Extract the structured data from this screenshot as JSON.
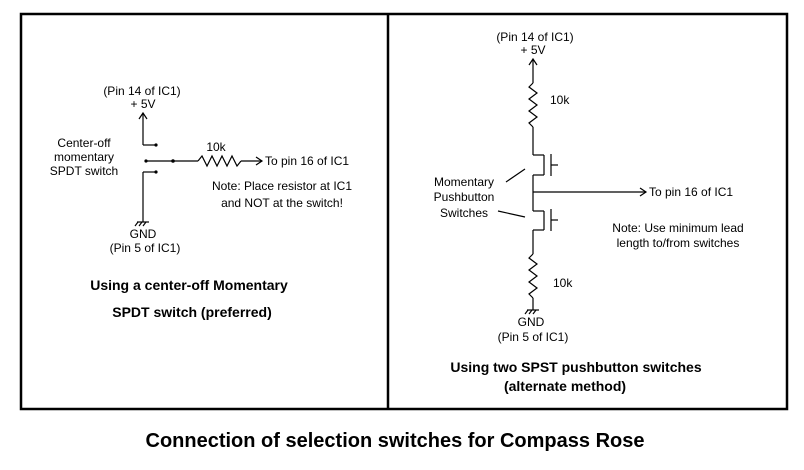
{
  "title": "Connection of selection switches for Compass Rose",
  "left_panel": {
    "vcc_pin": "(Pin 14 of IC1)",
    "vcc": "+ 5V",
    "switch_label": [
      "Center-off",
      "momentary",
      "SPDT switch"
    ],
    "resistor": "10k",
    "output": "To pin 16 of IC1",
    "note": [
      "Note:  Place resistor at IC1",
      "and NOT at the switch!"
    ],
    "gnd": "GND",
    "gnd_pin": "(Pin 5 of IC1)",
    "caption": [
      "Using a center-off Momentary",
      "SPDT switch (preferred)"
    ]
  },
  "right_panel": {
    "vcc_pin": "(Pin 14 of IC1)",
    "vcc": "+ 5V",
    "resistor_top": "10k",
    "switch_label": [
      "Momentary",
      "Pushbutton",
      "Switches"
    ],
    "output": "To pin 16 of IC1",
    "note": [
      "Note:  Use minimum lead",
      "length to/from switches"
    ],
    "resistor_bottom": "10k",
    "gnd": "GND",
    "gnd_pin": "(Pin 5 of IC1)",
    "caption": [
      "Using two SPST pushbutton switches",
      "(alternate method)"
    ]
  }
}
